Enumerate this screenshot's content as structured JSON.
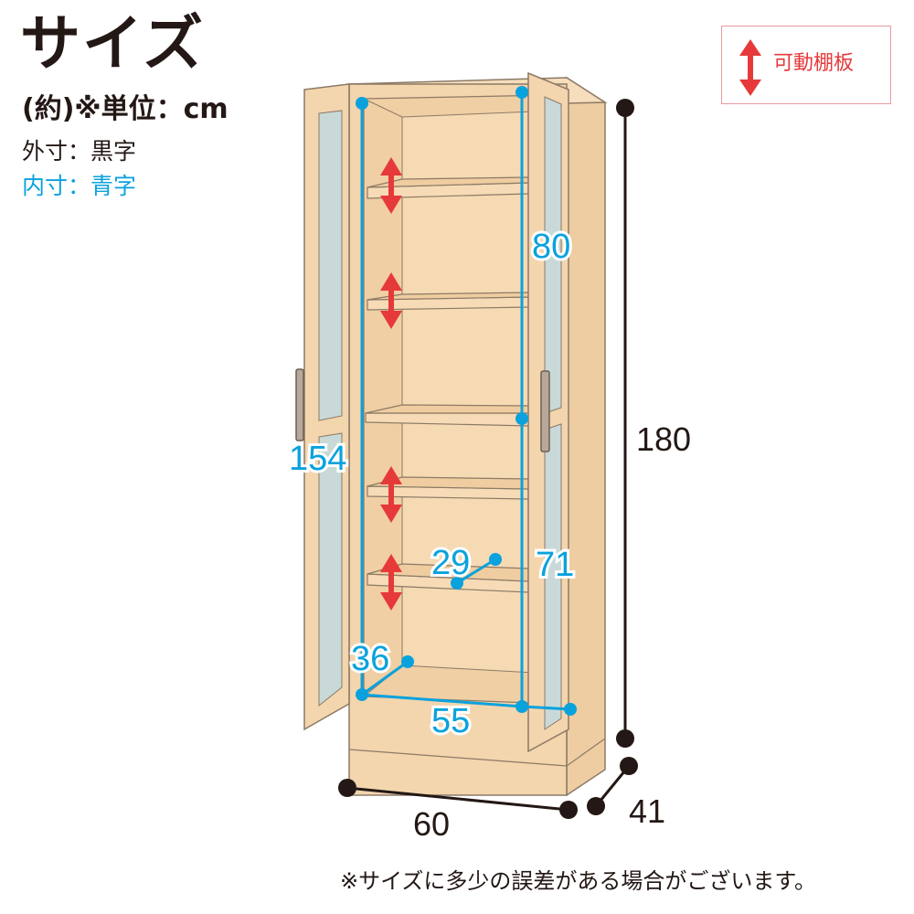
{
  "header": {
    "title": "サイズ",
    "unit_note": "(約)※単位：cm",
    "outer_label": "外寸：黒字",
    "inner_label": "内寸：青字"
  },
  "legend": {
    "label": "可動棚板",
    "arrow_color": "#e6393a"
  },
  "dimensions": {
    "outer_height": "180",
    "outer_width": "60",
    "outer_depth": "41",
    "inner_height": "154",
    "inner_width": "55",
    "inner_depth": "36",
    "upper_section_height": "80",
    "lower_section_height": "71",
    "shelf_depth": "29"
  },
  "footer": {
    "note": "※サイズに多少の誤差がある場合がございます。"
  },
  "colors": {
    "cabinet_wood": "#f3d5ae",
    "cabinet_edge": "#8c7a66",
    "glass": "#c8d9d8",
    "inner_dimension": "#0aa2dd",
    "outer_dimension": "#231815"
  }
}
